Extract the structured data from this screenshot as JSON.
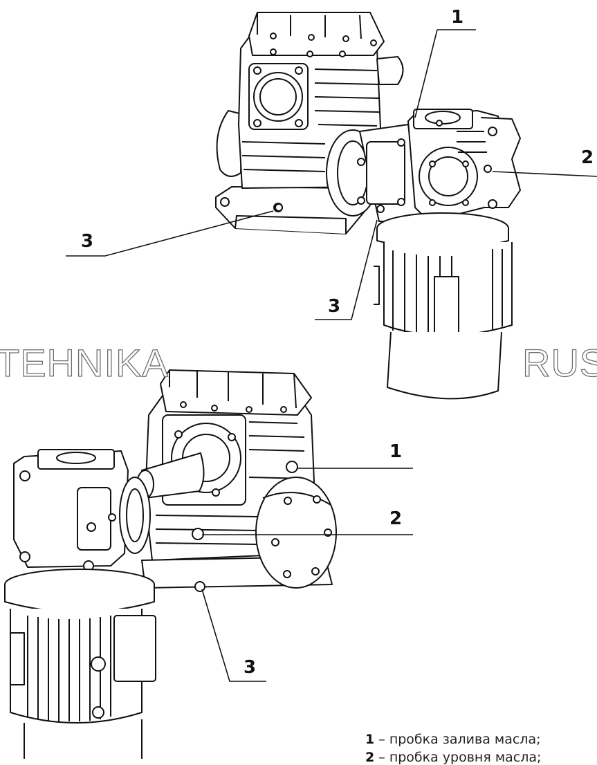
{
  "watermark": {
    "left": "TEHNIKA",
    "right": "RUS"
  },
  "callouts": {
    "top": {
      "fill_plug": "1",
      "level_plug": "2",
      "drain_plug_left": "3",
      "drain_plug_motor": "3"
    },
    "bottom": {
      "fill_plug": "1",
      "level_plug": "2",
      "drain_plug": "3"
    }
  },
  "legend": [
    {
      "num": "1",
      "text": " – пробка залива масла;"
    },
    {
      "num": "2",
      "text": " – пробка уровня масла;"
    }
  ]
}
